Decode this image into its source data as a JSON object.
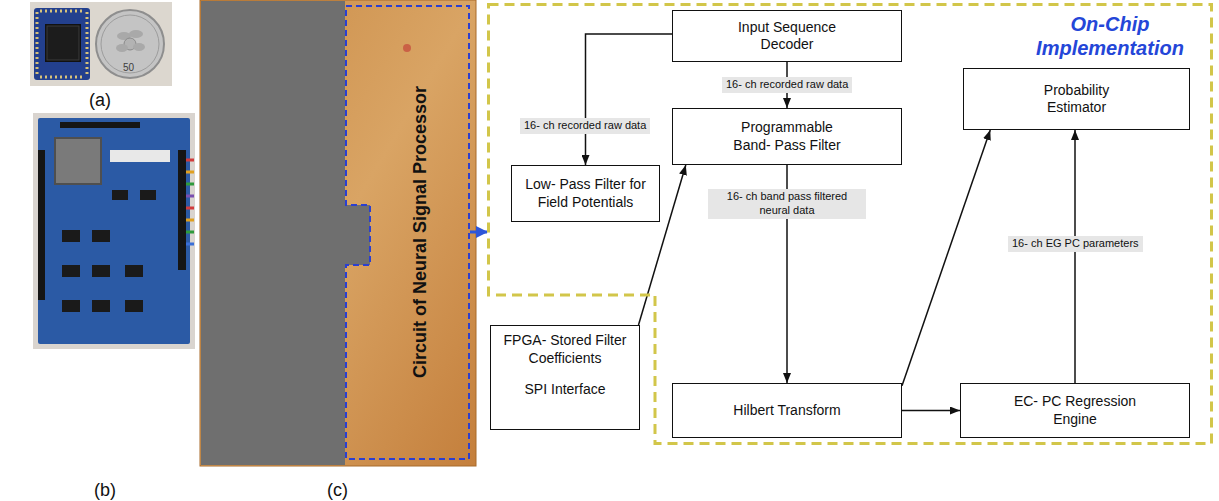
{
  "diagram": {
    "nodes": [
      {
        "text": [
          "Circuit of Neural Signal Processor"
        ]
      },
      {
        "text": [
          "On-Chip Implementation"
        ]
      },
      {
        "text": [
          "Input Sequence Decoder"
        ],
        "in": 1
      },
      {
        "text": [
          "Low- Pass Filter for Field Potentials"
        ],
        "in": 1
      },
      {
        "text": [
          "Programmable Band- Pass Filter"
        ],
        "in": 1
      },
      {
        "text": [
          "Probability Estimator"
        ],
        "in": 1
      },
      {
        "text": [
          "FPGA- Stored Filter Coefficients",
          "SPI Interface"
        ]
      },
      {
        "text": [
          "Hilbert Transform"
        ],
        "in": 1
      },
      {
        "text": [
          "EC- PC Regression Engine"
        ],
        "in": 1
      }
    ],
    "edges": [
      {
        "from": 0,
        "to": 1,
        "arrow": "to"
      },
      {
        "from": 2,
        "to": 3,
        "label": "16- ch recorded raw data",
        "arrow": "to"
      },
      {
        "from": 2,
        "to": 4,
        "label": "16- ch recorded raw data",
        "arrow": "to"
      },
      {
        "from": 6,
        "to": 4,
        "arrow": "to"
      },
      {
        "from": 4,
        "to": 7,
        "label": "16- ch band pass filtered neural data",
        "arrow": "to"
      },
      {
        "from": 7,
        "to": 5,
        "arrow": "to"
      },
      {
        "from": 7,
        "to": 8,
        "arrow": "to"
      },
      {
        "from": 8,
        "to": 5,
        "label": "16- ch EG PC parameters",
        "arrow": "to"
      }
    ],
    "labels": [
      "(a)",
      "(b)",
      "(c)",
      "50"
    ]
  }
}
